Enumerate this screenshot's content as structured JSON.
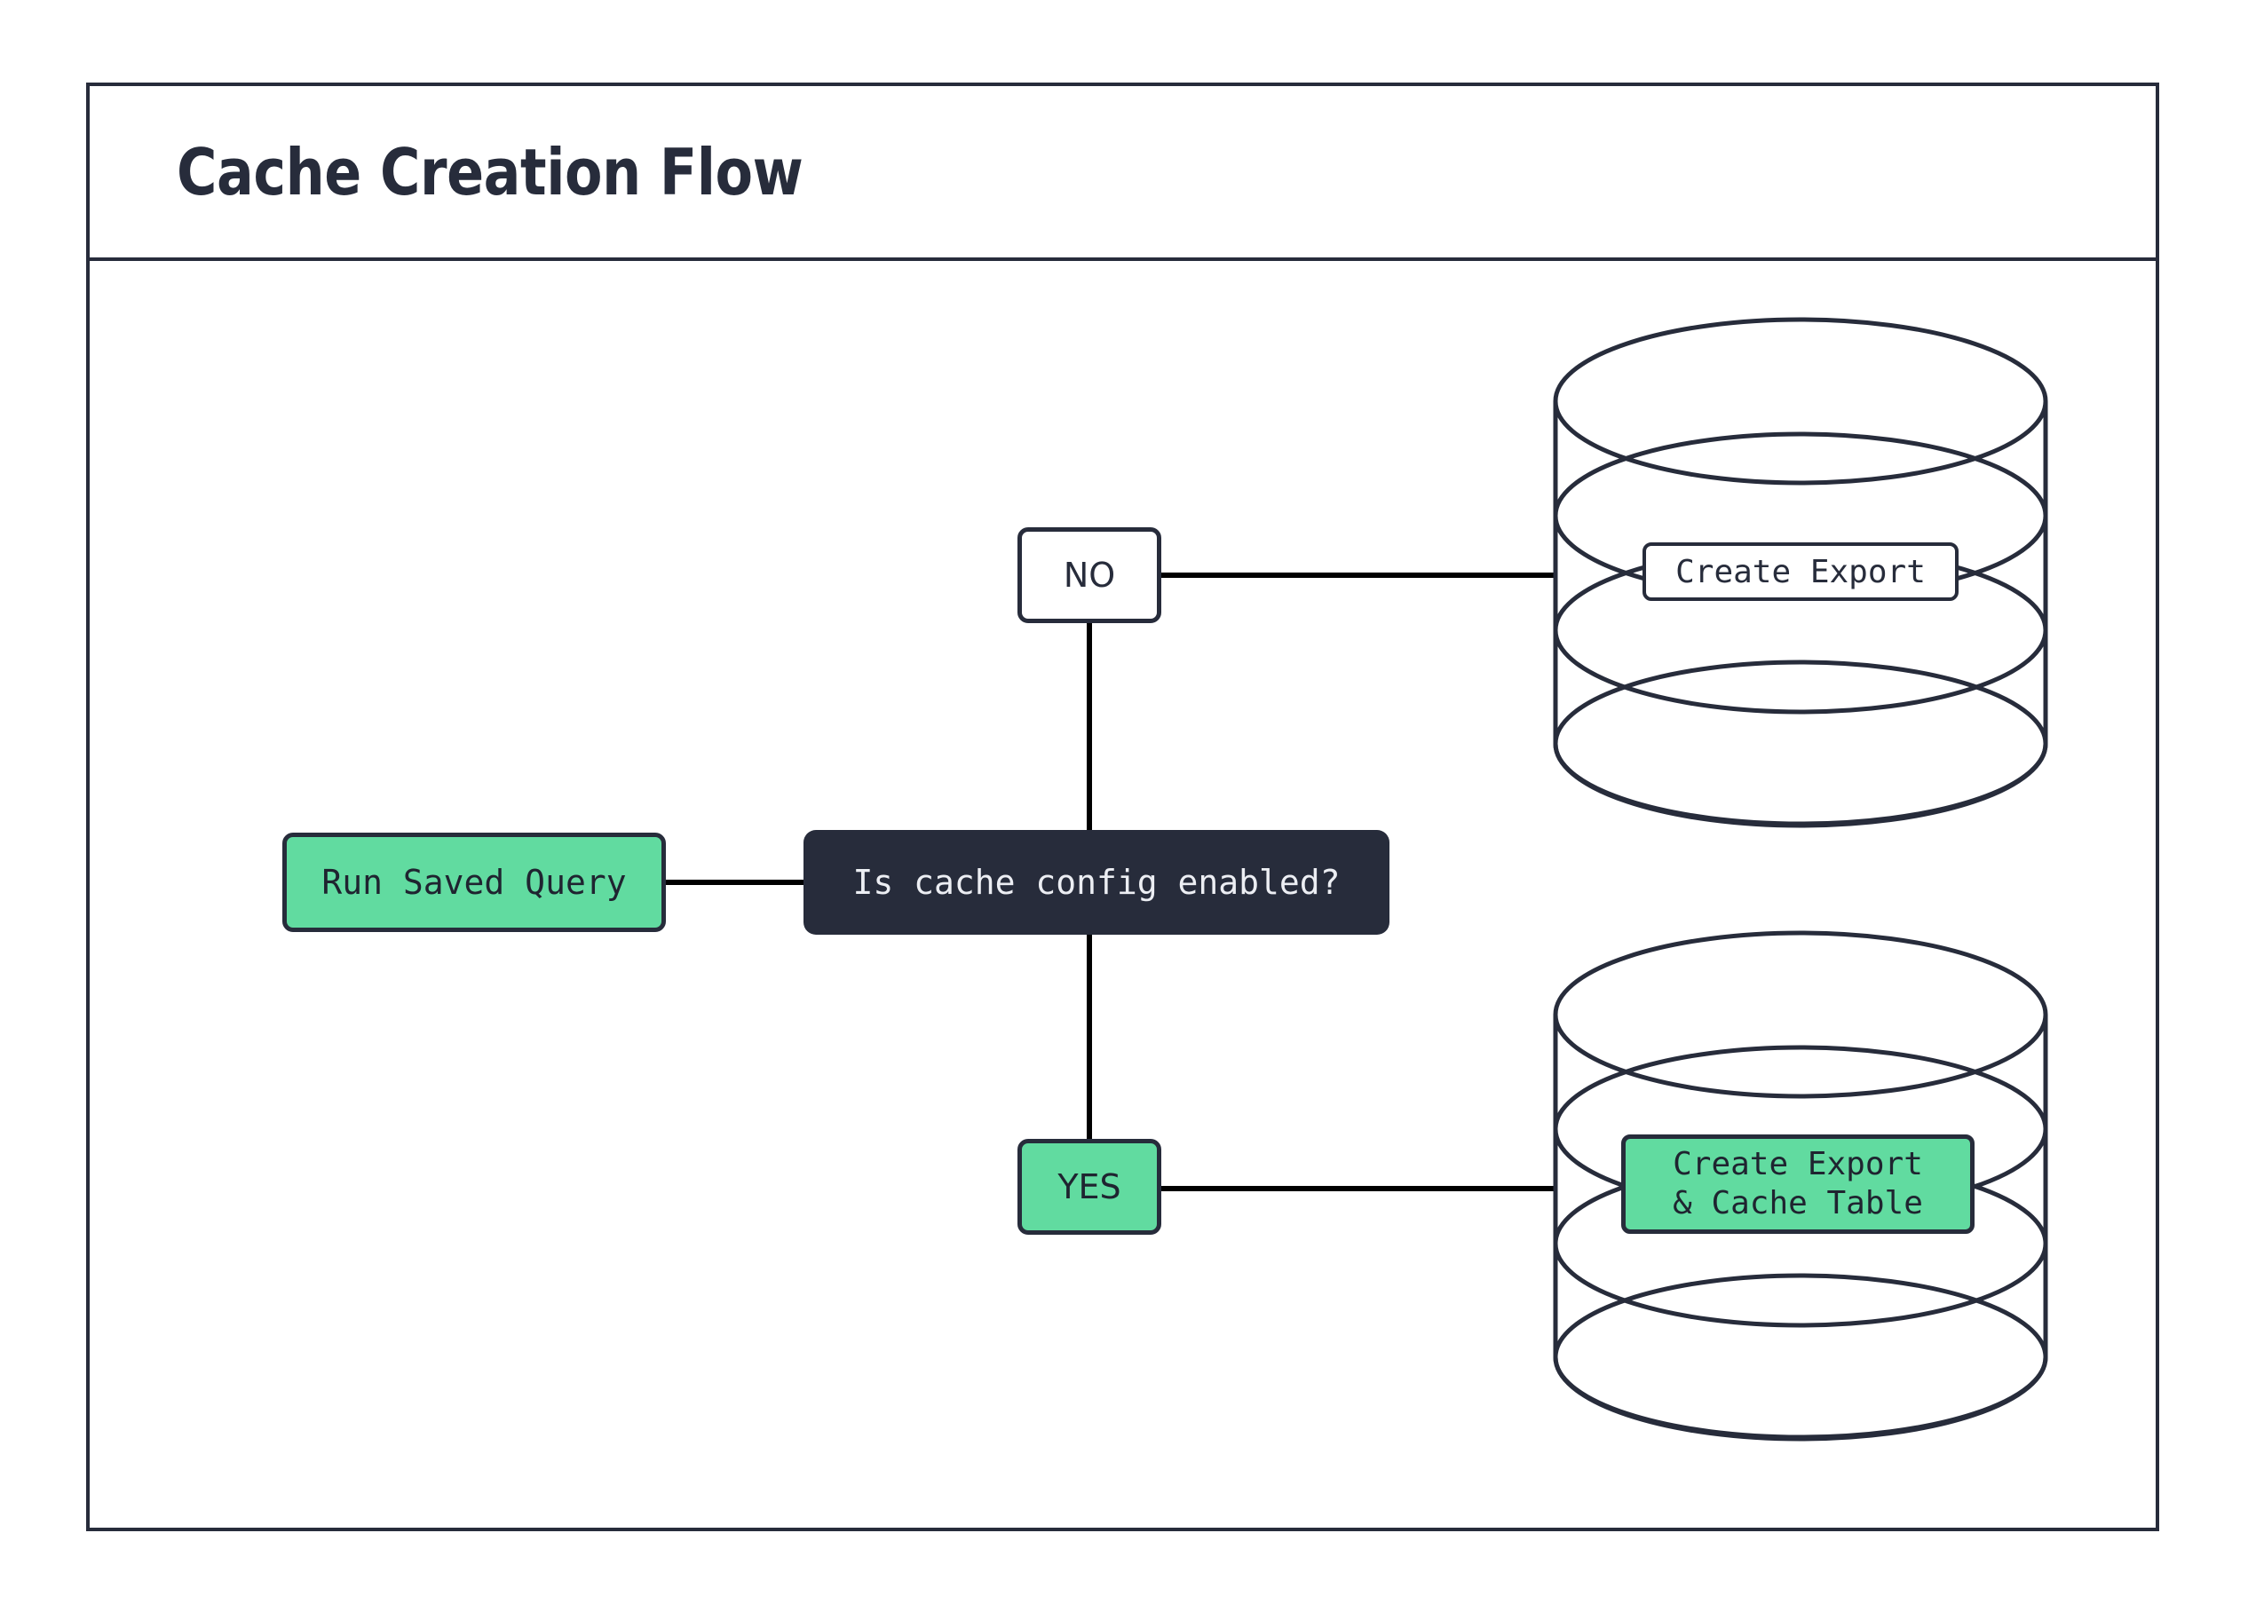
{
  "diagram": {
    "title": "Cache Creation Flow",
    "type": "flowchart",
    "frame": {
      "border_color": "#272c3b",
      "background": "#ffffff"
    }
  },
  "colors": {
    "accent_green": "#61dba0",
    "dark_navy": "#272c3b",
    "text_light": "#eceef3",
    "connector": "#000000",
    "white": "#ffffff"
  },
  "nodes": {
    "run_saved_query": {
      "label": "Run Saved Query",
      "shape": "rounded-rect",
      "fill": "#61dba0",
      "stroke": "#272c3b",
      "text_color": "#1f2430",
      "font": "mono"
    },
    "decision": {
      "label": "Is cache config enabled?",
      "shape": "rounded-rect",
      "fill": "#272c3b",
      "stroke": "none",
      "text_color": "#eceef3",
      "font": "mono"
    },
    "branch_no": {
      "label": "NO",
      "shape": "rounded-rect",
      "fill": "#ffffff",
      "stroke": "#272c3b",
      "text_color": "#272c3b",
      "font": "sans"
    },
    "branch_yes": {
      "label": "YES",
      "shape": "rounded-rect",
      "fill": "#61dba0",
      "stroke": "#272c3b",
      "text_color": "#1f2430",
      "font": "sans"
    },
    "database_top": {
      "shape": "cylinder",
      "fill": "#ffffff",
      "stroke": "#272c3b",
      "label": "Create Export",
      "label_fill": "#ffffff",
      "label_text_color": "#272c3b",
      "font": "mono"
    },
    "database_bottom": {
      "shape": "cylinder",
      "fill": "#ffffff",
      "stroke": "#272c3b",
      "label_line1": "Create Export",
      "label_line2": "& Cache Table",
      "label_fill": "#61dba0",
      "label_text_color": "#1f2430",
      "font": "mono"
    }
  },
  "edges": [
    {
      "from": "run_saved_query",
      "to": "decision",
      "orientation": "horizontal"
    },
    {
      "from": "decision",
      "to": "branch_no",
      "orientation": "vertical-up"
    },
    {
      "from": "branch_no",
      "to": "database_top",
      "orientation": "horizontal"
    },
    {
      "from": "decision",
      "to": "branch_yes",
      "orientation": "vertical-down"
    },
    {
      "from": "branch_yes",
      "to": "database_bottom",
      "orientation": "horizontal"
    }
  ]
}
